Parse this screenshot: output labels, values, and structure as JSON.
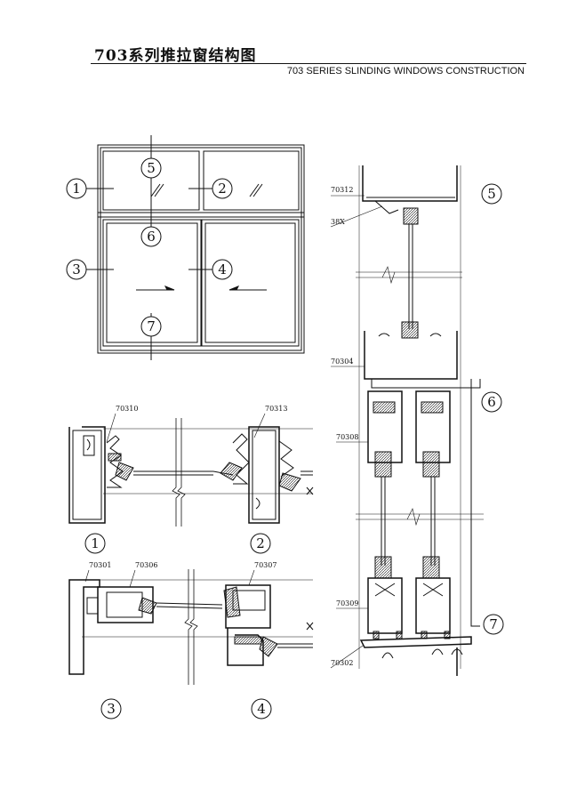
{
  "title_cn": "703系列推拉窗结构图",
  "title_en": "703 SERIES SLINDING WINDOWS CONSTRUCTION",
  "callouts": [
    "1",
    "2",
    "3",
    "4",
    "5",
    "6",
    "7"
  ],
  "detail_captions": [
    "1",
    "2",
    "3",
    "4"
  ],
  "part_labels": {
    "p70310": "70310",
    "p70313": "70313",
    "p70301": "70301",
    "p70306": "70306",
    "p70307": "70307",
    "p70312": "70312",
    "p38x": "38X",
    "p70304": "70304",
    "p70308": "70308",
    "p70309": "70309",
    "p70302": "70302"
  }
}
